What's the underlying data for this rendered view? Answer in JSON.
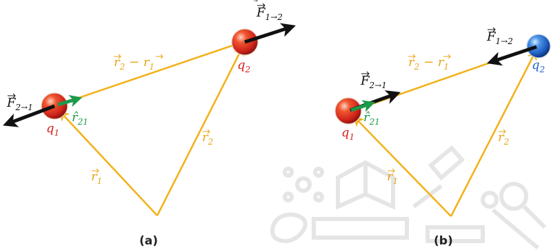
{
  "colors": {
    "vector_line": "#f2b21b",
    "force_arrow": "#111111",
    "unit_vector": "#1a9a4a",
    "charge_label": "#d61e1e",
    "r_label": "#e8a416",
    "unit_label": "#1a9a4a",
    "sphere_red": "#d82c24",
    "sphere_blue": "#2266c4",
    "watermark": "#dcdcdc"
  },
  "panel_a": {
    "caption": "(a)",
    "q1": {
      "base": "q",
      "sub": "1"
    },
    "q2": {
      "base": "q",
      "sub": "2"
    },
    "r1": {
      "base": "r",
      "sub": "1"
    },
    "r2": {
      "base": "r",
      "sub": "2"
    },
    "r2_minus_r1": {
      "a": "r",
      "a_sub": "2",
      "op": "−",
      "b": "r",
      "b_sub": "1"
    },
    "r21_hat": {
      "base": "r̂",
      "sub": "21"
    },
    "F_1_2": {
      "base": "F",
      "sub": "1→2"
    },
    "F_2_1": {
      "base": "F",
      "sub": "2→1"
    }
  },
  "panel_b": {
    "caption": "(b)",
    "q1": {
      "base": "q",
      "sub": "1"
    },
    "q2": {
      "base": "q",
      "sub": "2"
    },
    "r1": {
      "base": "r",
      "sub": "1"
    },
    "r2": {
      "base": "r",
      "sub": "2"
    },
    "r2_minus_r1": {
      "a": "r",
      "a_sub": "2",
      "op": "−",
      "b": "r",
      "b_sub": "1"
    },
    "r21_hat": {
      "base": "r̂",
      "sub": "21"
    },
    "F_1_2": {
      "base": "F",
      "sub": "1→2"
    },
    "F_2_1": {
      "base": "F",
      "sub": "2→1"
    }
  }
}
